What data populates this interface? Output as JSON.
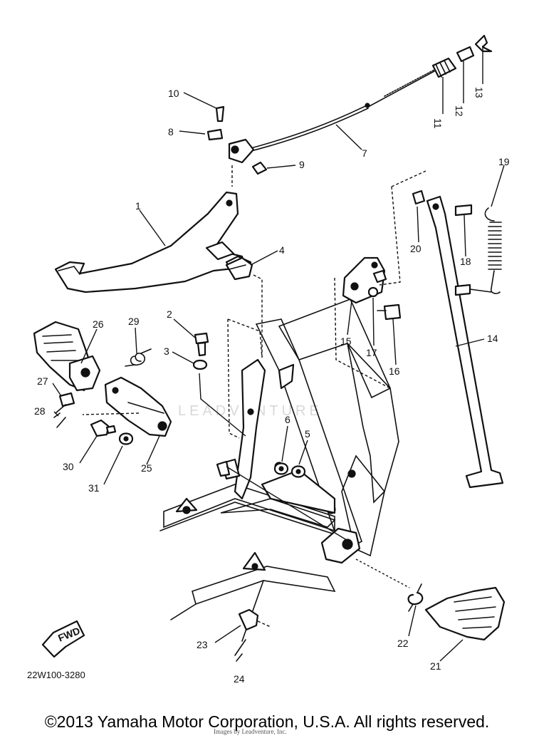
{
  "diagram": {
    "callouts": [
      "10",
      "8",
      "9",
      "7",
      "11",
      "12",
      "13",
      "1",
      "4",
      "19",
      "20",
      "18",
      "2",
      "3",
      "15",
      "17",
      "16",
      "14",
      "26",
      "29",
      "27",
      "28",
      "30",
      "31",
      "25",
      "6",
      "5",
      "23",
      "24",
      "22",
      "21"
    ],
    "fwd_label": "FWD",
    "drawing_code": "22W100-3280",
    "watermark": "LEADVENTURE"
  },
  "footer": {
    "copyright": "©2013 Yamaha Motor Corporation, U.S.A. All rights reserved.",
    "subnote": "Images by Leadventure, Inc."
  }
}
